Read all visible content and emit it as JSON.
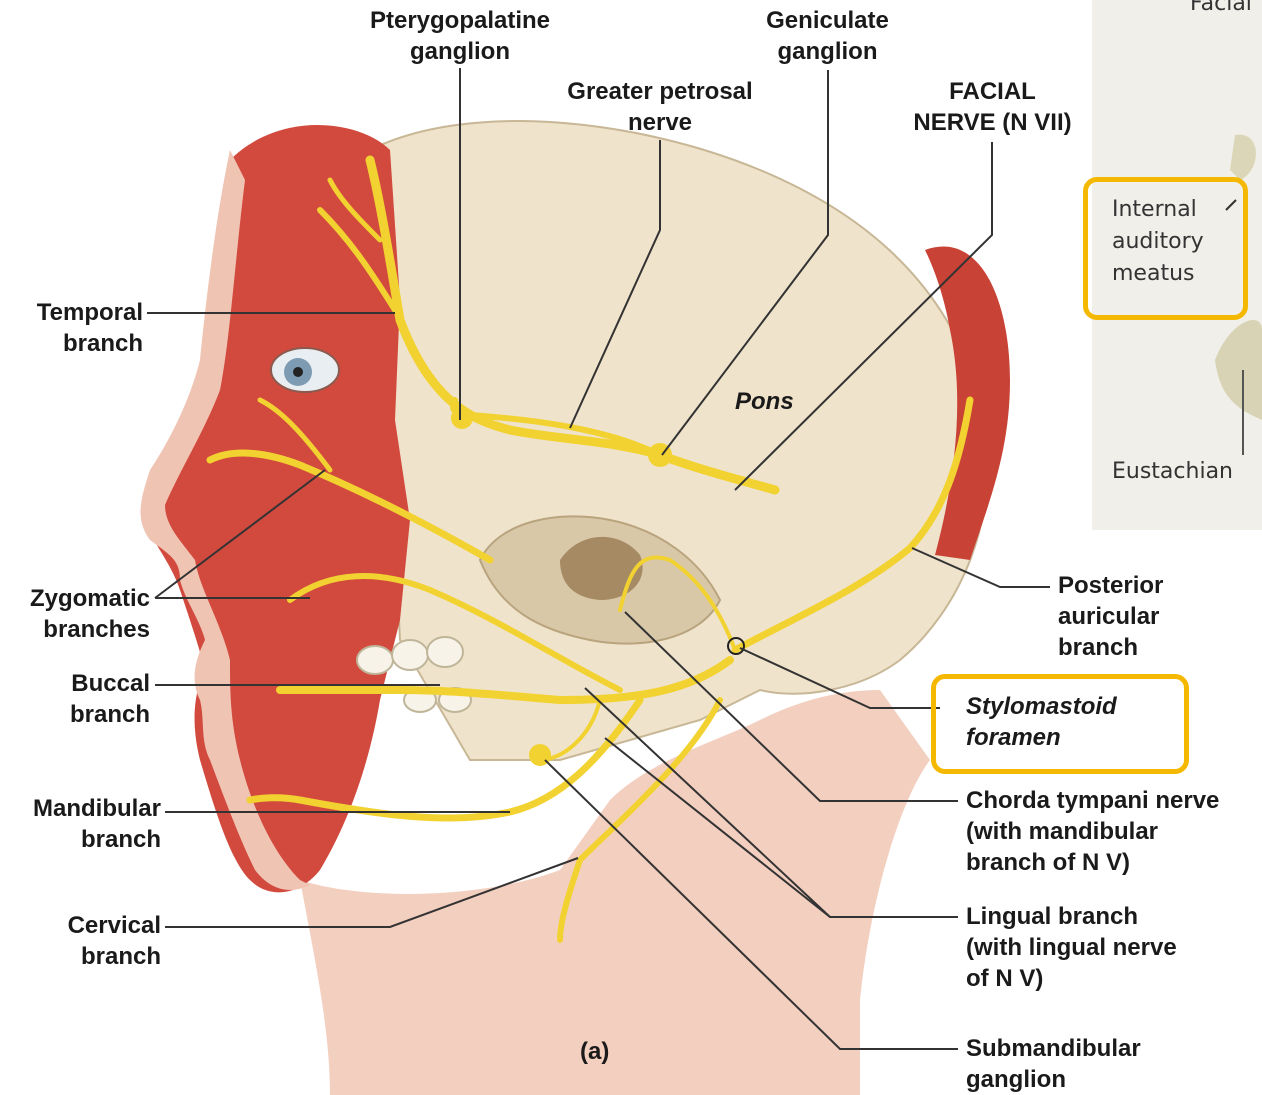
{
  "figure_label": "(a)",
  "labels": {
    "pterygopalatine": [
      "Pterygopalatine",
      "ganglion"
    ],
    "geniculate": [
      "Geniculate",
      "ganglion"
    ],
    "greater_petrosal": [
      "Greater petrosal",
      "nerve"
    ],
    "facial_nerve": [
      "FACIAL",
      "NERVE (N VII)"
    ],
    "temporal": [
      "Temporal",
      "branch"
    ],
    "pons": "Pons",
    "zygomatic": [
      "Zygomatic",
      "branches"
    ],
    "buccal": [
      "Buccal",
      "branch"
    ],
    "mandibular": [
      "Mandibular",
      "branch"
    ],
    "cervical": [
      "Cervical",
      "branch"
    ],
    "posterior_auricular": [
      "Posterior",
      "auricular",
      "branch"
    ],
    "stylomastoid": [
      "Stylomastoid",
      "foramen"
    ],
    "chorda_tympani": [
      "Chorda tympani nerve",
      "(with mandibular",
      "branch of N V)"
    ],
    "lingual": [
      "Lingual branch",
      "(with lingual nerve",
      "of N V)"
    ],
    "submandibular": [
      "Submandibular",
      "ganglion"
    ]
  },
  "inset": {
    "top_text": "Facial",
    "internal_auditory": [
      "Internal",
      "auditory",
      "meatus"
    ],
    "eustachian": "Eustachian"
  },
  "colors": {
    "nerve": "#f2d230",
    "muscle": "#d24a3e",
    "highlight": "#f5b800",
    "bone": "#eadfc8"
  }
}
